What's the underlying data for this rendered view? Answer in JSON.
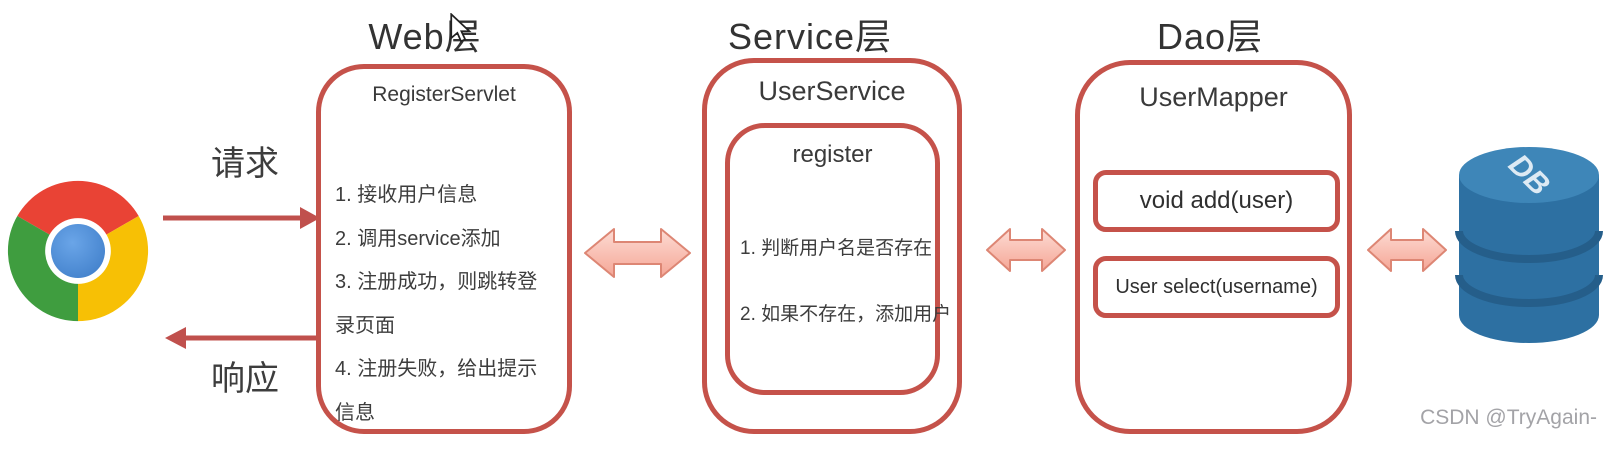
{
  "page": {
    "watermark": "CSDN @TryAgain-"
  },
  "browser": {
    "icon": "chrome-browser-icon",
    "request_label": "请求",
    "response_label": "响应"
  },
  "web_layer": {
    "title": "Web层",
    "box_title": "RegisterServlet",
    "items": [
      "1. 接收用户信息",
      "2. 调用service添加",
      "3. 注册成功，则跳转登录页面",
      "4. 注册失败，给出提示信息"
    ]
  },
  "service_layer": {
    "title": "Service层",
    "box_title": "UserService",
    "inner_box_title": "register",
    "items": [
      "1. 判断用户名是否存在",
      "2. 如果不存在，添加用户"
    ]
  },
  "dao_layer": {
    "title": "Dao层",
    "box_title": "UserMapper",
    "methods": [
      "void add(user)",
      "User select(username)"
    ]
  },
  "database": {
    "icon": "database-icon",
    "label": "DB"
  },
  "icons": {
    "cursor": "mouse-cursor-icon",
    "flow_arrows": "double-headed-arrow-icon"
  },
  "colors": {
    "box_border": "#c5524a",
    "straight_arrow": "#c0504d",
    "flow_arrow_fill_top": "#fddcd4",
    "flow_arrow_fill_bottom": "#f5a696",
    "flow_arrow_stroke": "#dd8674",
    "db_body": "#2d70a2",
    "db_top": "#3e86b8",
    "chrome_red": "#e94335",
    "chrome_green": "#3f9d3f",
    "chrome_yellow": "#f7c005",
    "chrome_blue": "#4e8ed3",
    "text": "#3d3d3d",
    "watermark": "#a3a3a7"
  }
}
